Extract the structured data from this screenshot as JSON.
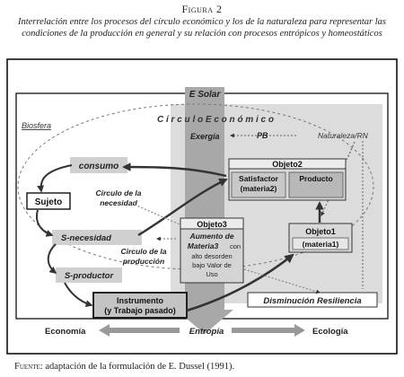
{
  "figure": {
    "title": "Figura 2",
    "caption": "Interrelación entre los procesos del círculo económico y los de la naturaleza para representar las condiciones de la producción en general y su relación con procesos entrópicos y homeostáticos"
  },
  "diagram": {
    "e_solar": "E Solar",
    "circulo": "C í r c u l o    E c o n ó m i c o",
    "biosfera": "Biosfera",
    "exergia": "Exergía",
    "pb": "PB",
    "naturaleza": "Naturaleza/RN",
    "consumo": "consumo",
    "sujeto": "Sujeto",
    "circulo_necesidad_1": "Circulo de la",
    "circulo_necesidad_2": "necesidad",
    "s_necesidad": "S-necesidad",
    "circulo_produccion_1": "Circulo de la",
    "circulo_produccion_2": "producción",
    "s_productor": "S-productor",
    "instrumento_1": "Instrumento",
    "instrumento_2": "(y Trabajo pasado)",
    "objeto2": "Objeto2",
    "satisfactor_1": "Satisfactor",
    "satisfactor_2": "(materia2)",
    "producto": "Producto",
    "objeto3": "Objeto3",
    "aumento_1": "Aumento de",
    "aumento_2": "Materia3",
    "aumento_con": "con",
    "aumento_3": "alto desorden",
    "aumento_4": "bajo Valor de",
    "aumento_5": "Uso",
    "objeto1": "Objeto1",
    "materia1": "(materia1)",
    "disminucion": "Disminución Resiliencia",
    "economia": "Economía",
    "entropia": "Entropía",
    "ecologia": "Ecología"
  },
  "source": {
    "label": "Fuente",
    "text": ": adaptación de la formulación de E. Dussel (1991)."
  }
}
